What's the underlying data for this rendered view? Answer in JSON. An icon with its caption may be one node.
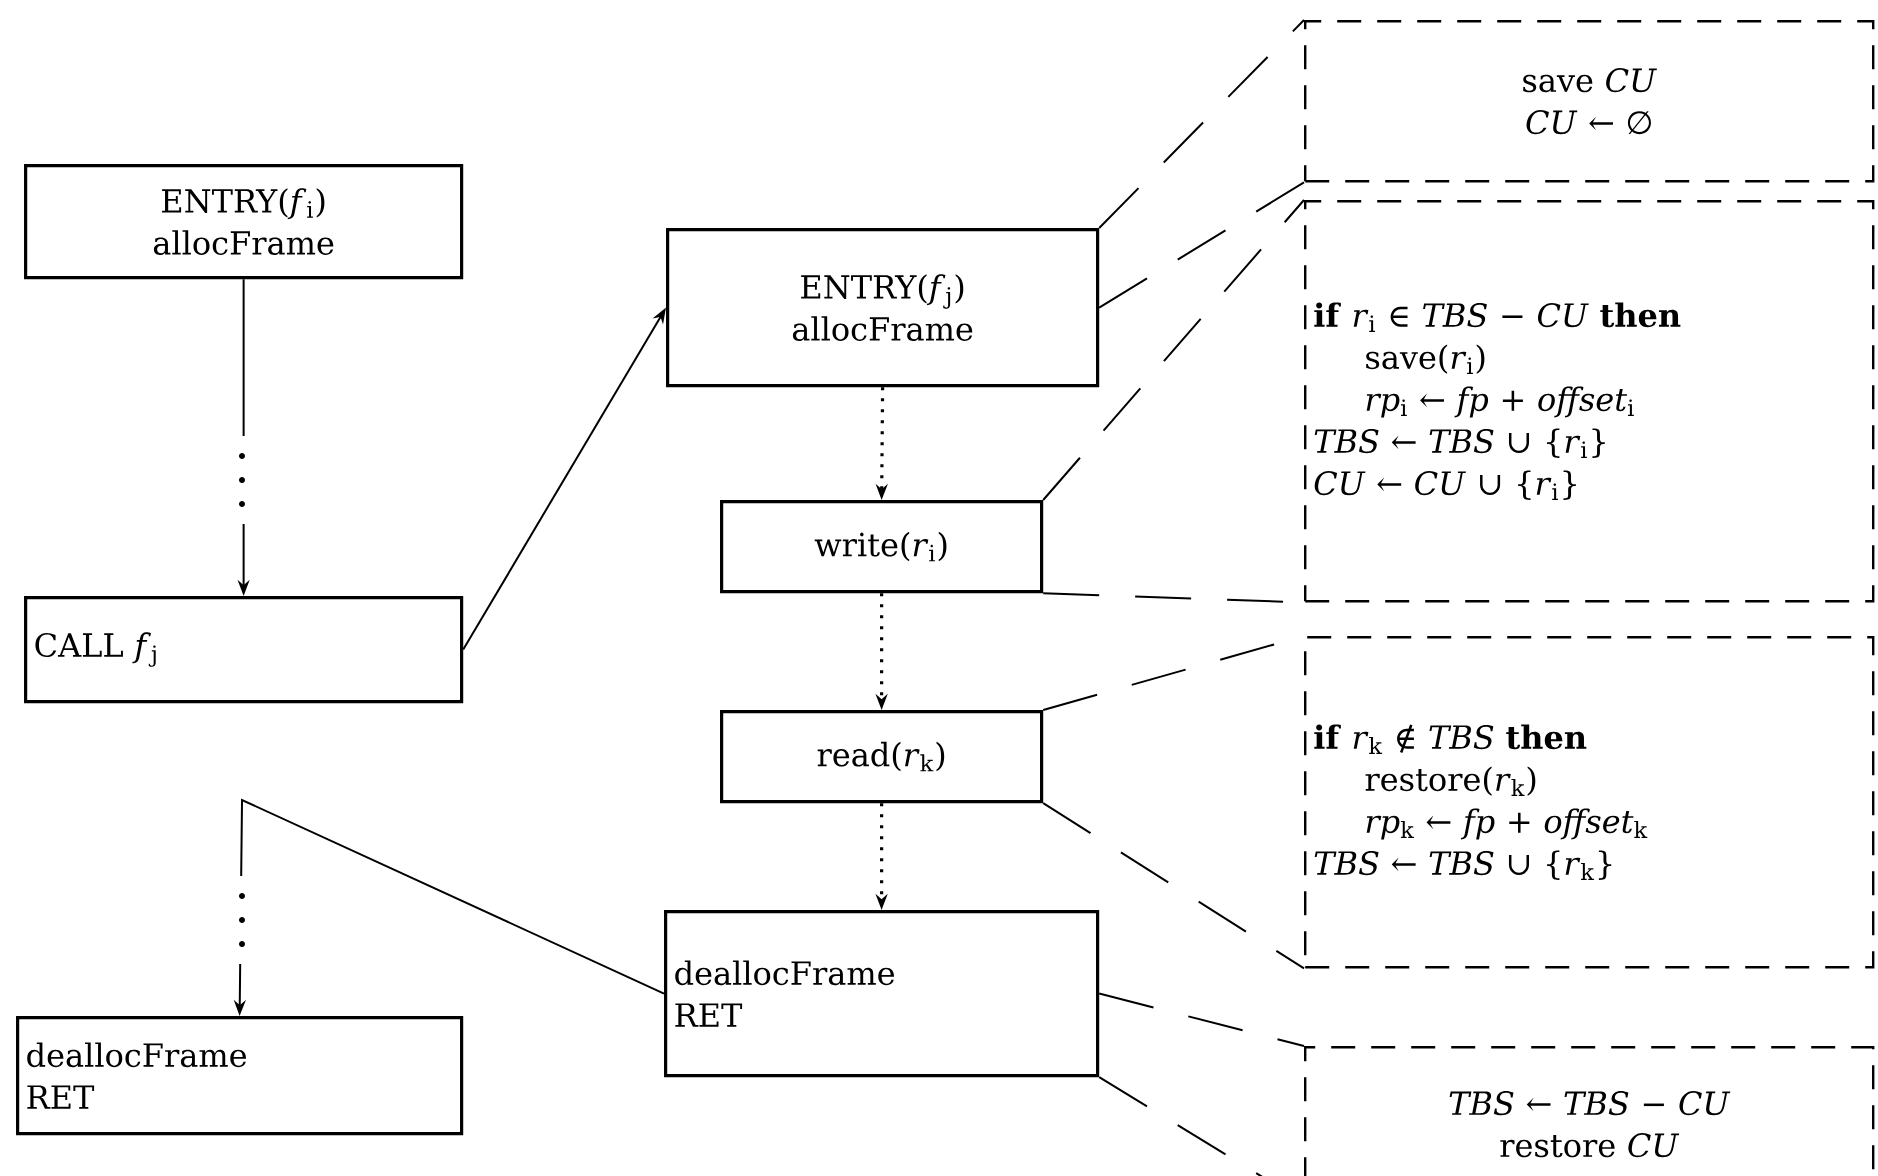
{
  "diagram": {
    "nodes": [
      {
        "text": [
          "ENTRY(*f*$_{i}$)",
          "allocFrame"
        ]
      },
      {
        "text": [
          "CALL *f*$_{j}$"
        ]
      },
      {
        "text": [
          "deallocFrame",
          "RET"
        ]
      },
      {
        "text": [
          "ENTRY(*f*$_{j}$)",
          "allocFrame"
        ]
      },
      {
        "text": [
          "write(*r*$_{i}$)"
        ]
      },
      {
        "text": [
          "read(*r*$_{k}$)"
        ]
      },
      {
        "text": [
          "deallocFrame",
          "RET"
        ]
      },
      {
        "text": [
          "save *CU*",
          "*CU* ← ∅"
        ]
      },
      {
        "text": [
          "**if** *r*$_{i}$ ∈ *TBS* − *CU* **then**",
          "save(*r*$_{i}$)",
          "*rp*$_{i}$ ← *fp* + *offset*$_{i}$",
          "*TBS* ← *TBS* ∪ {*r*$_{i}$}",
          "*CU* ← *CU* ∪ {*r*$_{i}$}"
        ]
      },
      {
        "text": [
          "**if** *r*$_{k}$ ∉ *TBS* **then**",
          "restore(*r*$_{k}$)",
          "*rp*$_{k}$ ← *fp* + *offset*$_{k}$",
          "*TBS* ← *TBS* ∪ {*r*$_{k}$}"
        ]
      },
      {
        "text": [
          "*TBS* ← *TBS* − *CU*",
          "restore *CU*"
        ]
      }
    ],
    "edges": [
      {
        "from": 0,
        "to": 1,
        "arrow": "to"
      },
      {
        "from": 1,
        "to": 3,
        "arrow": "to"
      },
      {
        "from": 3,
        "to": 4,
        "arrow": "to",
        "style": "dashed"
      },
      {
        "from": 4,
        "to": 5,
        "arrow": "to",
        "style": "dashed"
      },
      {
        "from": 5,
        "to": 6,
        "arrow": "to",
        "style": "dashed"
      },
      {
        "from": 6,
        "to": 2,
        "arrow": "to"
      },
      {
        "from": 3,
        "to": 7,
        "arrow": "none",
        "style": "dashed"
      },
      {
        "from": 4,
        "to": 8,
        "arrow": "none",
        "style": "dashed"
      },
      {
        "from": 5,
        "to": 9,
        "arrow": "none",
        "style": "dashed"
      },
      {
        "from": 6,
        "to": 10,
        "arrow": "none",
        "style": "dashed"
      },
      {
        "from": 3,
        "to": 7,
        "arrow": "none",
        "style": "dashed"
      },
      {
        "from": 4,
        "to": 8,
        "arrow": "none",
        "style": "dashed"
      },
      {
        "from": 5,
        "to": 9,
        "arrow": "none",
        "style": "dashed"
      },
      {
        "from": 6,
        "to": 10,
        "arrow": "none",
        "style": "dashed"
      }
    ]
  }
}
